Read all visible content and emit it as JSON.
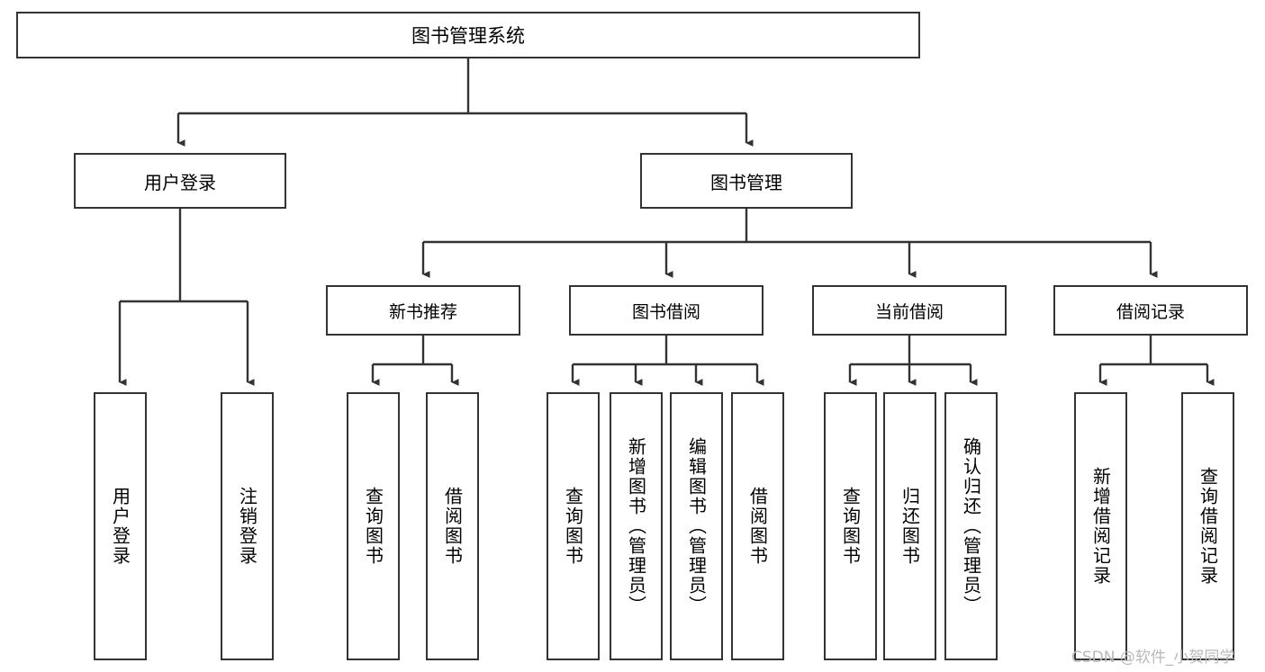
{
  "diagram": {
    "title_node": {
      "label": "图书管理系统"
    },
    "level2": [
      {
        "label": "用户登录"
      },
      {
        "label": "图书管理"
      }
    ],
    "level3": [
      {
        "label": "新书推荐"
      },
      {
        "label": "图书借阅"
      },
      {
        "label": "当前借阅"
      },
      {
        "label": "借阅记录"
      }
    ],
    "leaves": {
      "user_login": [
        {
          "label": "用户登录"
        },
        {
          "label": "注销登录"
        }
      ],
      "new_book_recommend": [
        {
          "label": "查询图书"
        },
        {
          "label": "借阅图书"
        }
      ],
      "book_borrow": [
        {
          "label": "查询图书"
        },
        {
          "label": "新增图书（管理员）"
        },
        {
          "label": "编辑图书（管理员）"
        },
        {
          "label": "借阅图书"
        }
      ],
      "current_borrow": [
        {
          "label": "查询图书"
        },
        {
          "label": "归还图书"
        },
        {
          "label": "确认归还（管理员）"
        }
      ],
      "borrow_records": [
        {
          "label": "新增借阅记录"
        },
        {
          "label": "查询借阅记录"
        }
      ]
    }
  },
  "watermark": {
    "text": "CSDN @软件_小贺同学"
  },
  "colors": {
    "stroke": "#333333",
    "background": "#ffffff",
    "text": "#000000",
    "watermark": "#b9b9b9"
  }
}
